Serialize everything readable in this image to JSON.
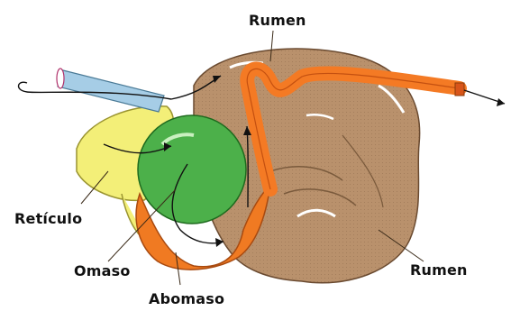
{
  "labels": {
    "rumen_top": "Rumen",
    "reticulo": "Retículo",
    "omaso": "Omaso",
    "abomaso": "Abomaso",
    "rumen_right": "Rumen"
  },
  "colors": {
    "rumen": "#b8906a",
    "rumen_shade": "#8e6b4d",
    "reticulum": "#f2ee7a",
    "omasum": "#4cb04a",
    "abomasum": "#f07a22",
    "esophagus": "#a6cde6",
    "intestine": "#f47a24"
  }
}
